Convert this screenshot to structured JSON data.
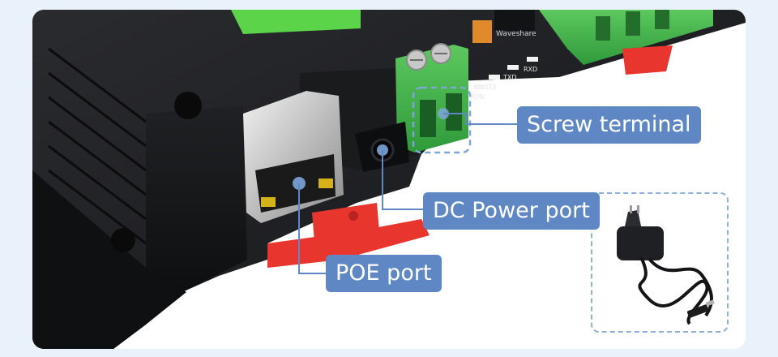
{
  "labels": {
    "screw_terminal": "Screw terminal",
    "dc_power_port": "DC Power port",
    "poe_port": "POE port"
  },
  "board_text": {
    "brand": "Waveshare",
    "led_run": "RUN",
    "led_sta": "STA",
    "led_txd": "TXD",
    "led_rxd": "RXD"
  },
  "colors": {
    "callout": "#5e87c3",
    "terminal_green": "#3fb04a",
    "din_clip_red": "#e8352e",
    "housing_black": "#1d1e21",
    "background": "#e9f1fb"
  }
}
